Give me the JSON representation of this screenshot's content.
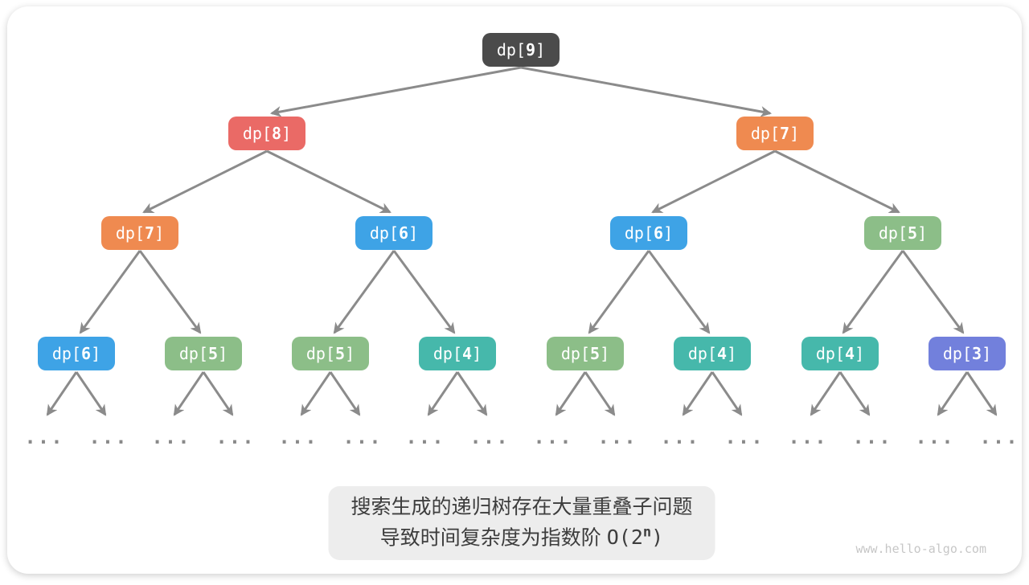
{
  "page": {
    "watermark": "www.hello-algo.com"
  },
  "colors": {
    "arrow": "#8b8b8b",
    "card_bg": "#ffffff",
    "caption_bg": "#ededed",
    "node_dark": "#4b4b4b",
    "node_red": "#ea6a66",
    "node_orange": "#ef8a50",
    "node_blue": "#3ea3e6",
    "node_green": "#8cbe88",
    "node_teal": "#46b8ab",
    "node_purple": "#7280dc"
  },
  "tree": {
    "ellipsis": "...",
    "nodes": [
      {
        "level": 1,
        "prefix": "dp[",
        "value": "9",
        "suffix": "]",
        "color": "#4b4b4b"
      },
      {
        "level": 2,
        "prefix": "dp[",
        "value": "8",
        "suffix": "]",
        "color": "#ea6a66"
      },
      {
        "level": 2,
        "prefix": "dp[",
        "value": "7",
        "suffix": "]",
        "color": "#ef8a50"
      },
      {
        "level": 3,
        "prefix": "dp[",
        "value": "7",
        "suffix": "]",
        "color": "#ef8a50"
      },
      {
        "level": 3,
        "prefix": "dp[",
        "value": "6",
        "suffix": "]",
        "color": "#3ea3e6"
      },
      {
        "level": 3,
        "prefix": "dp[",
        "value": "6",
        "suffix": "]",
        "color": "#3ea3e6"
      },
      {
        "level": 3,
        "prefix": "dp[",
        "value": "5",
        "suffix": "]",
        "color": "#8cbe88"
      },
      {
        "level": 4,
        "prefix": "dp[",
        "value": "6",
        "suffix": "]",
        "color": "#3ea3e6"
      },
      {
        "level": 4,
        "prefix": "dp[",
        "value": "5",
        "suffix": "]",
        "color": "#8cbe88"
      },
      {
        "level": 4,
        "prefix": "dp[",
        "value": "5",
        "suffix": "]",
        "color": "#8cbe88"
      },
      {
        "level": 4,
        "prefix": "dp[",
        "value": "4",
        "suffix": "]",
        "color": "#46b8ab"
      },
      {
        "level": 4,
        "prefix": "dp[",
        "value": "5",
        "suffix": "]",
        "color": "#8cbe88"
      },
      {
        "level": 4,
        "prefix": "dp[",
        "value": "4",
        "suffix": "]",
        "color": "#46b8ab"
      },
      {
        "level": 4,
        "prefix": "dp[",
        "value": "4",
        "suffix": "]",
        "color": "#46b8ab"
      },
      {
        "level": 4,
        "prefix": "dp[",
        "value": "3",
        "suffix": "]",
        "color": "#7280dc"
      }
    ]
  },
  "caption": {
    "line1": "搜索生成的递归树存在大量重叠子问题",
    "line2_text": "导致时间复杂度为指数阶 ",
    "formula_open": "O(2",
    "formula_sup": "n",
    "formula_close": ")"
  }
}
